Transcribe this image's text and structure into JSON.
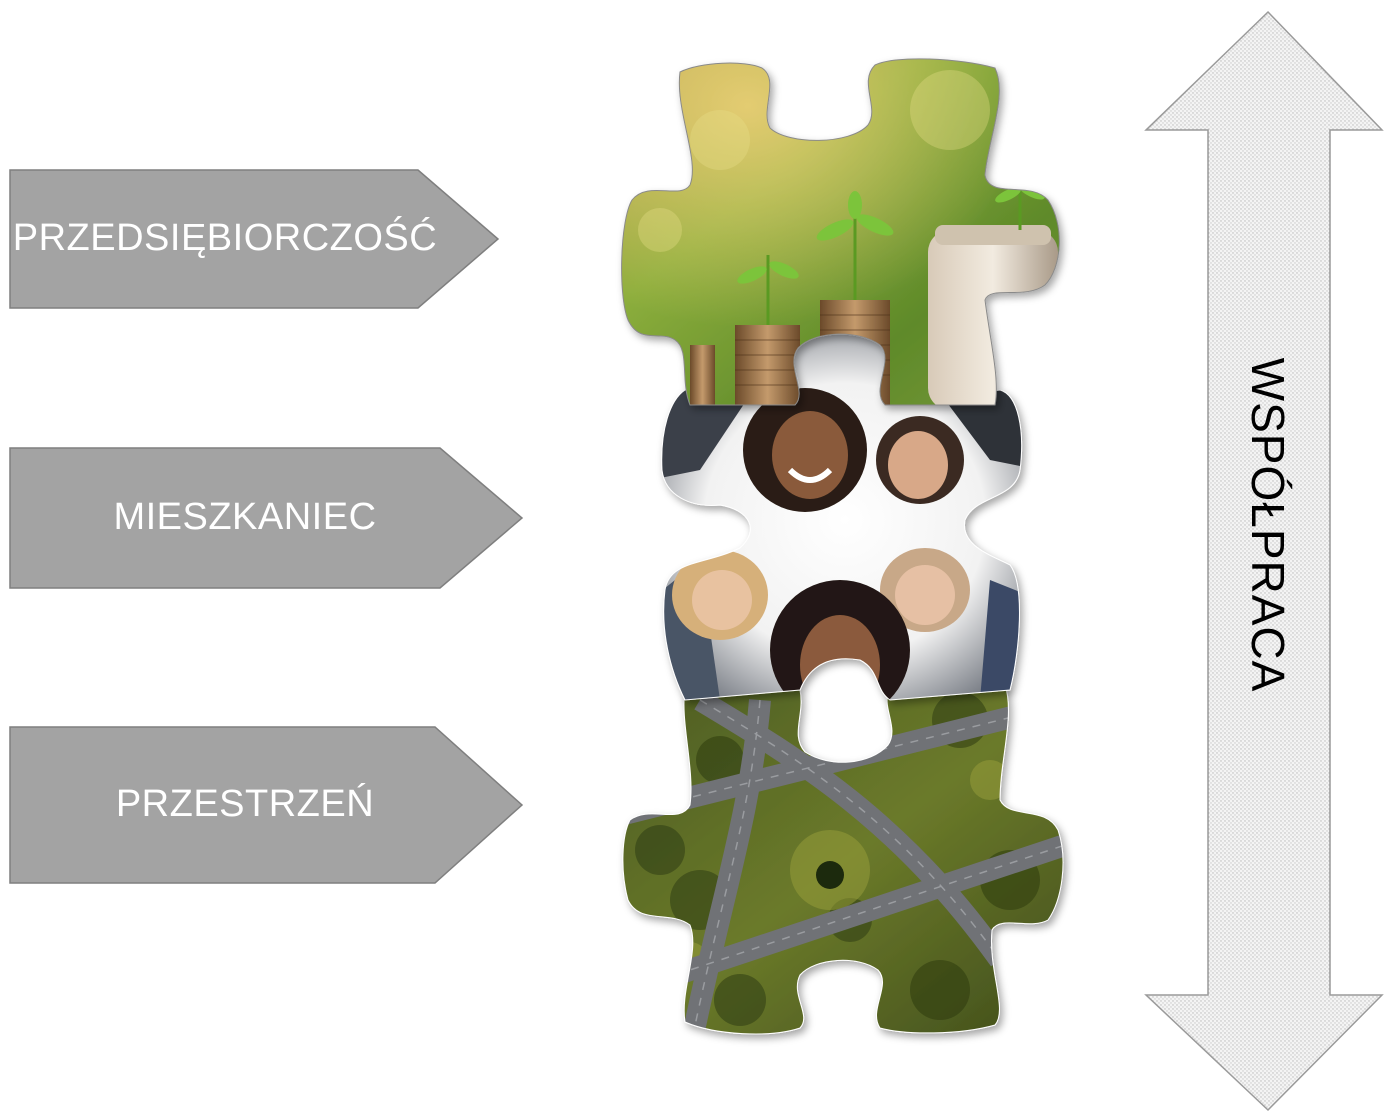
{
  "labels": [
    {
      "id": "przedsiebiorczosc",
      "text": "PRZEDSIĘBIORCZOŚĆ"
    },
    {
      "id": "mieszkaniec",
      "text": "MIESZKANIEC"
    },
    {
      "id": "przestrzen",
      "text": "PRZESTRZEŃ"
    }
  ],
  "double_arrow": {
    "label": "WSPÓŁPRACA"
  },
  "puzzle": {
    "pieces": [
      {
        "name": "puzzle-piece-plants-coins-image",
        "depicts": "seedlings growing on stacks of coins"
      },
      {
        "name": "puzzle-piece-people-circle-image",
        "depicts": "smiling people looking down in a circle"
      },
      {
        "name": "puzzle-piece-highway-image",
        "depicts": "aerial view of highway interchange in forest"
      }
    ]
  },
  "colors": {
    "label_fill": "#a3a3a3",
    "label_stroke": "#7f7f7f",
    "label_text": "#ffffff",
    "arrow_fill": "#e9e9e9",
    "arrow_stroke": "#9a9a9a"
  }
}
